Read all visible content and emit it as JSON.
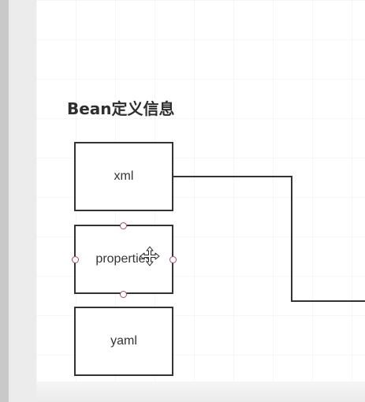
{
  "diagram": {
    "title": "Bean定义信息",
    "nodes": [
      {
        "id": "xml",
        "label": "xml"
      },
      {
        "id": "properties",
        "label": "properties",
        "selected": true
      },
      {
        "id": "yaml",
        "label": "yaml"
      }
    ],
    "connector": {
      "from": "xml",
      "to": "offscreen-right"
    }
  },
  "colors": {
    "stroke": "#333333",
    "title": "#2e2e2e",
    "selection_handle": "#a04e6b",
    "canvas": "#ffffff",
    "side_panel": "#ececec"
  },
  "cursor": {
    "icon": "move-cursor-icon"
  }
}
